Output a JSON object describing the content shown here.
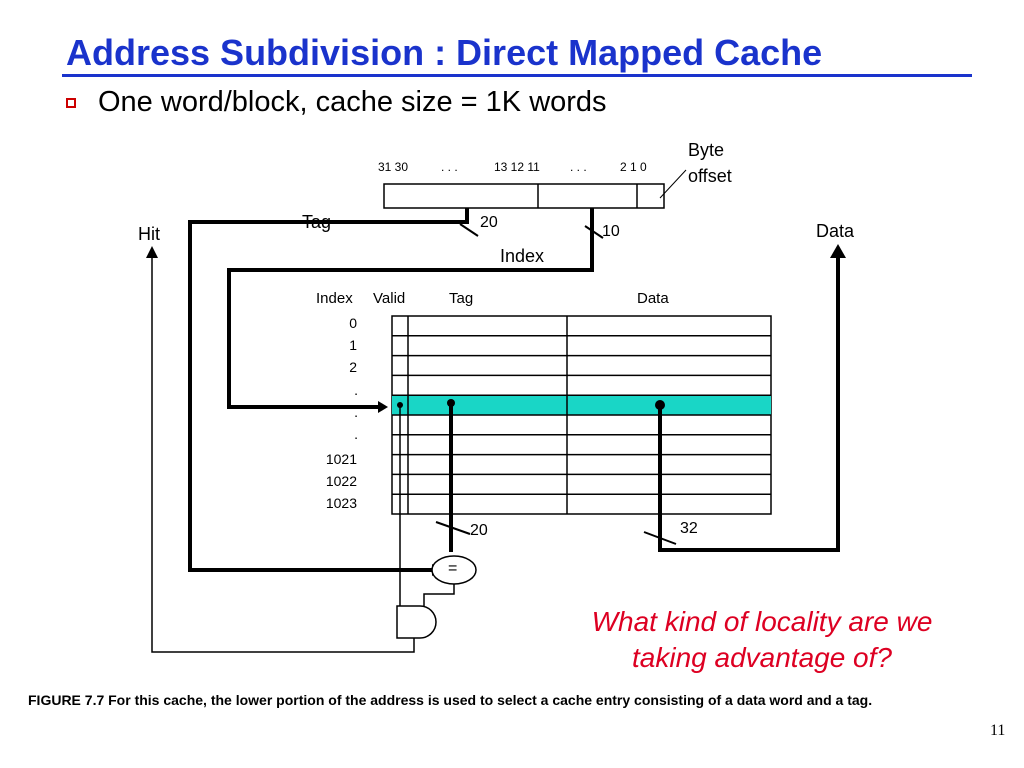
{
  "slide": {
    "title": "Address Subdivision : Direct Mapped Cache",
    "bullet": "One word/block, cache size = 1K words",
    "page_number": "11"
  },
  "address": {
    "bits_left": "31 30",
    "dots1": ". . .",
    "bits_mid": "13 12  11",
    "dots2": ". . .",
    "bits_right": "2  1  0",
    "byte_offset_line1": "Byte",
    "byte_offset_line2": "offset"
  },
  "diagram": {
    "tag_label": "Tag",
    "tag_width": "20",
    "index_width": "10",
    "index_label": "Index",
    "hit_label": "Hit",
    "data_label": "Data",
    "tag_out_width": "20",
    "data_out_width": "32",
    "comparator_symbol": "="
  },
  "table": {
    "headers": {
      "index": "Index",
      "valid": "Valid",
      "tag": "Tag",
      "data": "Data"
    },
    "indices": [
      "0",
      "1",
      "2",
      ".",
      ".",
      ".",
      "1021",
      "1022",
      "1023"
    ]
  },
  "question": {
    "line1": "What kind of locality are we",
    "line2": "taking advantage of?"
  },
  "caption": "FIGURE 7.7 For this cache, the lower portion of the address is used to select a cache entry consisting of a data word and a tag.",
  "colors": {
    "title": "#1a33cc",
    "highlight_row": "#19d6c6",
    "question": "#dd0022",
    "bullet": "#cc0000"
  }
}
